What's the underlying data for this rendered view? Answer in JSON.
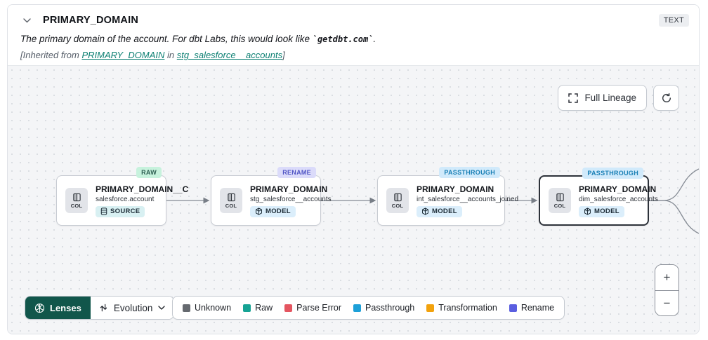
{
  "header": {
    "title": "PRIMARY_DOMAIN",
    "type_badge": "TEXT",
    "description": {
      "prefix": "The primary domain of the account. For dbt Labs, this would look like ",
      "code": "`getdbt.com`",
      "suffix": "."
    },
    "inherited": {
      "prefix": "[Inherited from ",
      "column_link": "PRIMARY_DOMAIN",
      "middle": " in ",
      "model_link": "stg_salesforce__accounts",
      "suffix": "]"
    }
  },
  "toolbar": {
    "full_lineage": "Full Lineage"
  },
  "nodes": [
    {
      "title": "PRIMARY_DOMAIN__C",
      "subtitle": "salesforce.account",
      "resource_badge": "SOURCE",
      "tag": "RAW",
      "tag_bg": "#c7f2dd",
      "tag_color": "#2e5f52",
      "col_label": "COL"
    },
    {
      "title": "PRIMARY_DOMAIN",
      "subtitle": "stg_salesforce__accounts",
      "resource_badge": "MODEL",
      "tag": "RENAME",
      "tag_bg": "#dbdbfa",
      "tag_color": "#5156c5",
      "col_label": "COL"
    },
    {
      "title": "PRIMARY_DOMAIN",
      "subtitle": "int_salesforce__accounts_joined",
      "resource_badge": "MODEL",
      "tag": "PASSTHROUGH",
      "tag_bg": "#d1eafb",
      "tag_color": "#1a80b6",
      "col_label": "COL"
    },
    {
      "title": "PRIMARY_DOMAIN",
      "subtitle": "dim_salesforce_accounts",
      "resource_badge": "MODEL",
      "tag": "PASSTHROUGH",
      "tag_bg": "#d1eafb",
      "tag_color": "#1a80b6",
      "col_label": "COL"
    }
  ],
  "lenses": {
    "button": "Lenses",
    "selected": "Evolution"
  },
  "legend": {
    "items": [
      {
        "label": "Unknown",
        "color": "#65696f"
      },
      {
        "label": "Raw",
        "color": "#16a394"
      },
      {
        "label": "Parse Error",
        "color": "#e45560"
      },
      {
        "label": "Passthrough",
        "color": "#1da0d8"
      },
      {
        "label": "Transformation",
        "color": "#f2a20d"
      },
      {
        "label": "Rename",
        "color": "#5a5ee0"
      }
    ]
  },
  "zoom_controls": {
    "zoom_in": "+",
    "zoom_out": "−"
  }
}
